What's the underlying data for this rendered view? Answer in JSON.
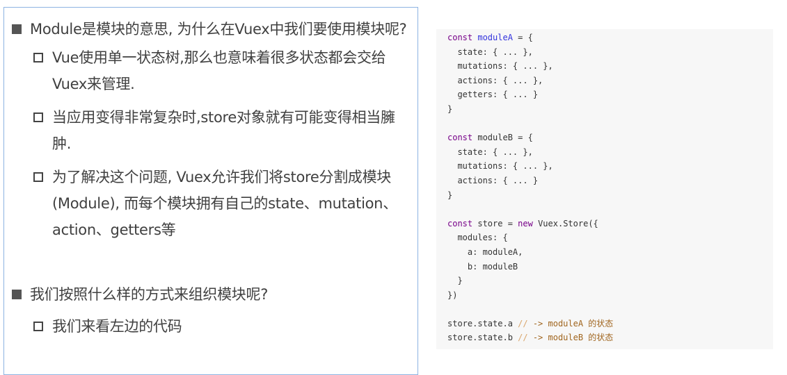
{
  "bullets": [
    {
      "text": "Module是模块的意思, 为什么在Vuex中我们要使用模块呢?",
      "children": [
        "Vue使用单一状态树,那么也意味着很多状态都会交给Vuex来管理.",
        "当应用变得非常复杂时,store对象就有可能变得相当臃肿.",
        "为了解决这个问题, Vuex允许我们将store分割成模块(Module), 而每个模块拥有自己的state、mutation、action、getters等"
      ]
    },
    {
      "text": "我们按照什么样的方式来组织模块呢?",
      "children": [
        "我们来看左边的代码"
      ]
    }
  ],
  "code": {
    "kw_const": "const",
    "kw_new": "new",
    "moduleA": "moduleA",
    "moduleB": "moduleB",
    "store": "store",
    "l1_rest": " = {",
    "a_state": "  state: { ... },",
    "a_mut": "  mutations: { ... },",
    "a_act": "  actions: { ... },",
    "a_get": "  getters: { ... }",
    "close": "}",
    "b_act": "  actions: { ... }",
    "s_eq": " = ",
    "s_rest": " Vuex.Store({",
    "mods": "  modules: {",
    "ma": "    a: moduleA,",
    "mb": "    b: moduleB",
    "mclose": "  }",
    "sclose": "})",
    "sa": "store.state.a ",
    "sb": "store.state.b ",
    "cm": "//",
    "ca": " -> moduleA 的状态",
    "cb": " -> moduleB 的状态"
  }
}
